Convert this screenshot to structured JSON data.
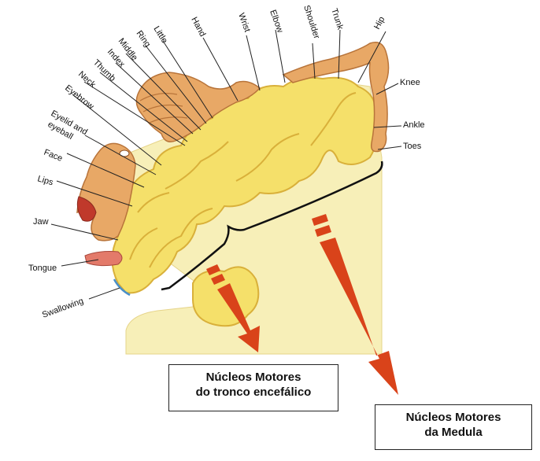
{
  "labels": {
    "hip": "Hip",
    "trunk": "Trunk",
    "shoulder": "Shoulder",
    "elbow": "Elbow",
    "wrist": "Wrist",
    "hand": "Hand",
    "little": "Little",
    "ring": "Ring",
    "middle": "Middle",
    "index": "Index",
    "thumb": "Thumb",
    "neck": "Neck",
    "eyebrow": "Eyebrow",
    "eyelid_line1": "Eyelid and",
    "eyelid_line2": "eyeball",
    "face": "Face",
    "lips": "Lips",
    "jaw": "Jaw",
    "tongue": "Tongue",
    "swallowing": "Swallowing",
    "knee": "Knee",
    "ankle": "Ankle",
    "toes": "Toes"
  },
  "boxes": {
    "tronco": {
      "line1": "Núcleos Motores",
      "line2": "do tronco encefálico"
    },
    "medula": {
      "line1": "Núcleos Motores",
      "line2": "da Medula"
    }
  },
  "colors": {
    "cortex_fill": "#f5e06a",
    "cortex_stroke": "#d9b03a",
    "body_skin": "#e8a866",
    "arrow": "#d9431a",
    "brace": "#111111",
    "background_panel": "#f7efb8"
  }
}
